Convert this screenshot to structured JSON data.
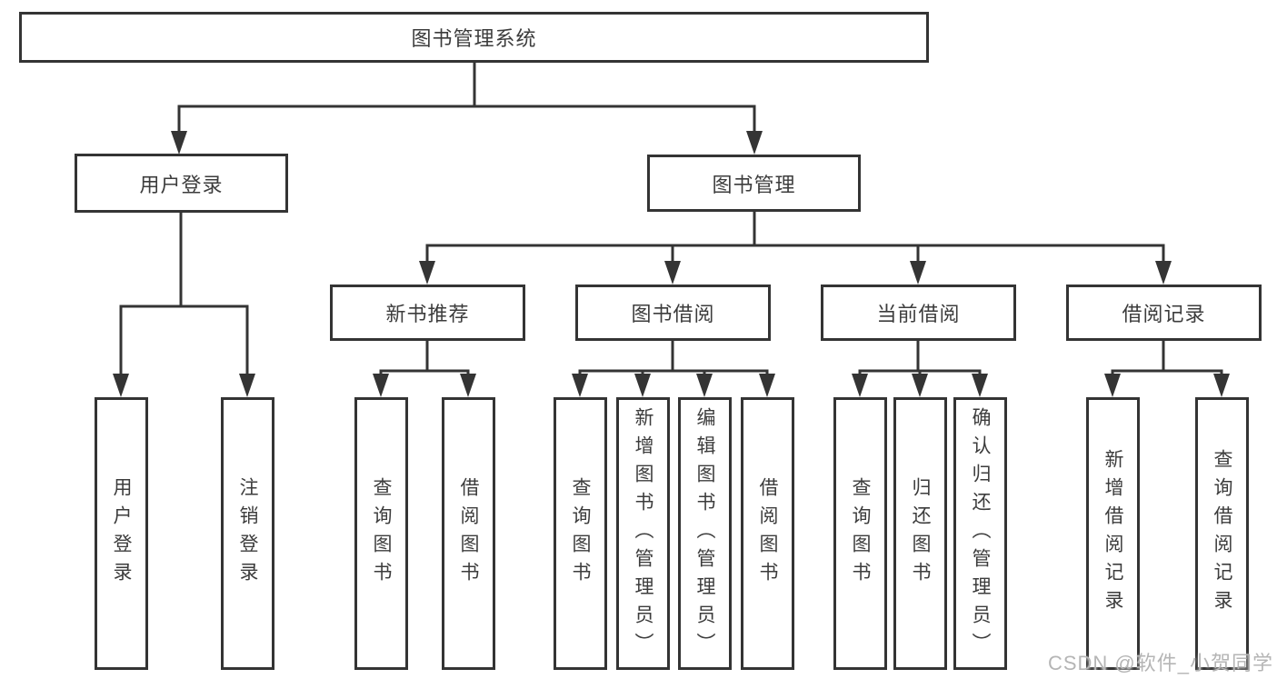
{
  "diagram": {
    "root": "图书管理系统",
    "level2": [
      {
        "label": "用户登录",
        "leaves": [
          "用户登录",
          "注销登录"
        ]
      },
      {
        "label": "图书管理",
        "sections": [
          {
            "label": "新书推荐",
            "leaves": [
              "查询图书",
              "借阅图书"
            ]
          },
          {
            "label": "图书借阅",
            "leaves": [
              "查询图书",
              "新增图书（管理员）",
              "编辑图书（管理员）",
              "借阅图书"
            ]
          },
          {
            "label": "当前借阅",
            "leaves": [
              "查询图书",
              "归还图书",
              "确认归还（管理员）"
            ]
          },
          {
            "label": "借阅记录",
            "leaves": [
              "新增借阅记录",
              "查询借阅记录"
            ]
          }
        ]
      }
    ]
  },
  "watermark": "CSDN @软件_小贺同学",
  "colors": {
    "line": "#343434",
    "text": "#3c3c3c",
    "watermark": "#b5b5b5",
    "background": "#ffffff"
  }
}
